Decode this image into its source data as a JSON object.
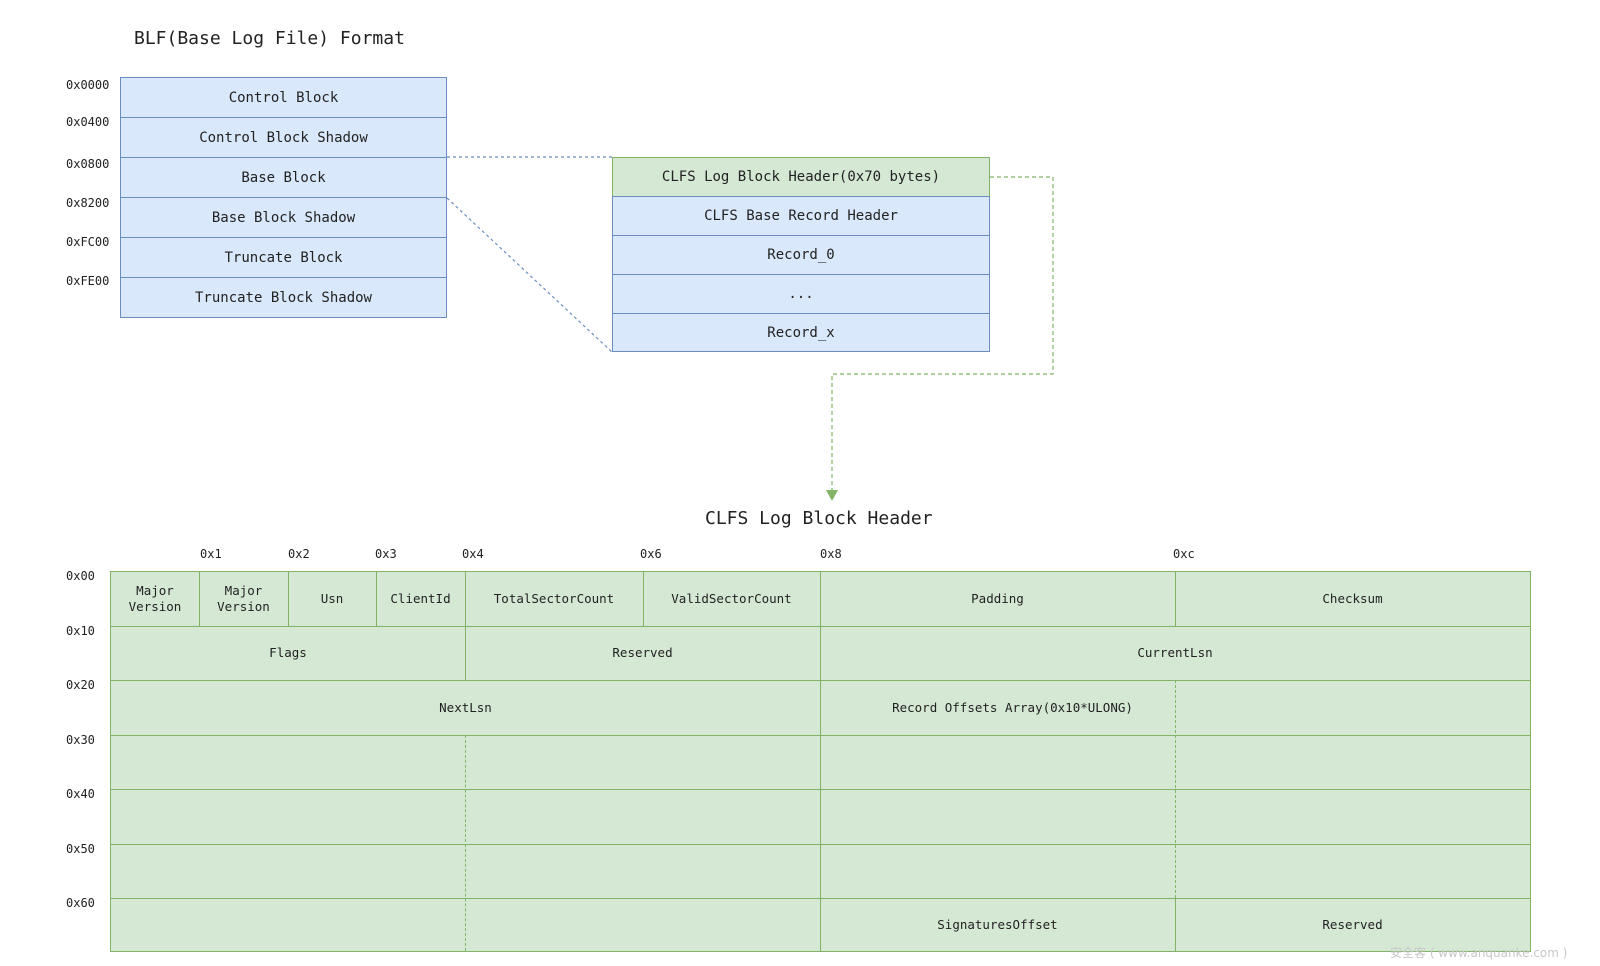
{
  "blf": {
    "title": "BLF(Base Log File) Format",
    "rows": [
      {
        "offset": "0x0000",
        "label": "Control Block"
      },
      {
        "offset": "0x0400",
        "label": "Control Block Shadow"
      },
      {
        "offset": "0x0800",
        "label": "Base Block"
      },
      {
        "offset": "0x8200",
        "label": "Base Block Shadow"
      },
      {
        "offset": "0xFC00",
        "label": "Truncate Block"
      },
      {
        "offset": "0xFE00",
        "label": "Truncate Block Shadow"
      }
    ]
  },
  "base_block": {
    "rows": [
      "CLFS Log Block Header(0x70 bytes)",
      "CLFS Base Record Header",
      "Record_0",
      "...",
      "Record_x"
    ]
  },
  "header": {
    "title": "CLFS Log Block Header",
    "col_offsets": [
      "0x1",
      "0x2",
      "0x3",
      "0x4",
      "0x6",
      "0x8",
      "0xc"
    ],
    "row_offsets": [
      "0x00",
      "0x10",
      "0x20",
      "0x30",
      "0x40",
      "0x50",
      "0x60"
    ],
    "row0": {
      "major_version_1": "Major\nVersion",
      "major_version_2": "Major\nVersion",
      "usn": "Usn",
      "client_id": "ClientId",
      "total_sector_count": "TotalSectorCount",
      "valid_sector_count": "ValidSectorCount",
      "padding": "Padding",
      "checksum": "Checksum"
    },
    "row1": {
      "flags": "Flags",
      "reserved": "Reserved",
      "current_lsn": "CurrentLsn"
    },
    "row2": {
      "next_lsn": "NextLsn",
      "record_offsets": "Record Offsets Array(0x10*ULONG)"
    },
    "row6": {
      "signatures_offset": "SignaturesOffset",
      "reserved": "Reserved"
    }
  },
  "colors": {
    "blue_fill": "#dae8fc",
    "blue_stroke": "#6c8ebf",
    "green_fill": "#d5e8d4",
    "green_stroke": "#82b366"
  },
  "watermark": "安全客 ( www.anquanke.com )"
}
